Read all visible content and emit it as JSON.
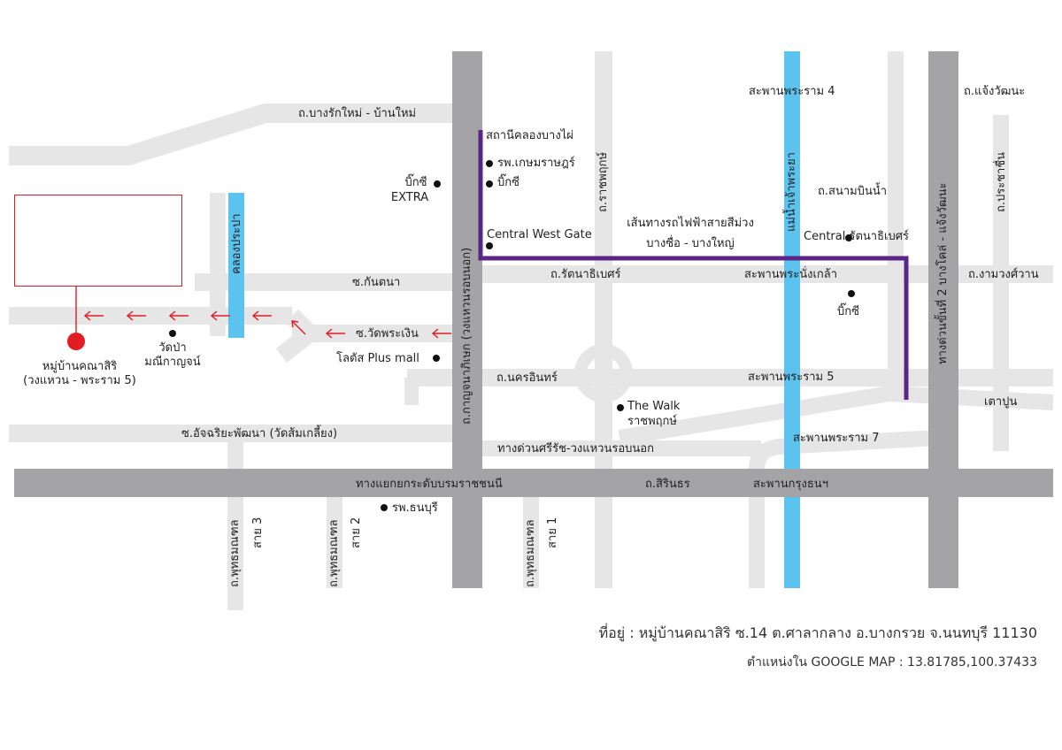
{
  "colors": {
    "road_minor": "#e6e6e6",
    "road_major": "#a4a4a6",
    "river": "#5bc3ee",
    "purple_line": "#5b2587",
    "marker": "#e31b23"
  },
  "labels": {
    "bangrak": "ถ.บางรักใหม่ - บ้านใหม่",
    "bigc_extra_1": "บิ๊กซี",
    "bigc_extra_2": "EXTRA",
    "khlong_prapa": "คลองประปา",
    "sta_khlong": "สถานีคลองบางไผ่",
    "kasemrad": "รพ.เกษมราษฎร์",
    "bigc_2": "บิ๊กซี",
    "central_westgate": "Central West Gate",
    "ratchaphruek_rd": "ถ.ราชพฤกษ์",
    "purple_line_1": "เส้นทางรถไฟฟ้าสายสีม่วง",
    "purple_line_2": "บางซื่อ - บางใหญ่",
    "rama4_bridge": "สะพานพระราม 4",
    "chao_phraya": "แม่น้ำเจ้าพระยา",
    "sanambinnam": "ถ.สนามบินน้ำ",
    "central_rattanathibet": "Central รัตนาธิเบศร์",
    "chaengwattana": "ถ.แจ้งวัฒนะ",
    "prachachuen": "ถ.ประชาชื่น",
    "expressway2": "ทางด่วนขั้นที่ 2 บางโคล่ - แจ้งวัฒนะ",
    "soi_kanthana": "ซ.กันตนา",
    "rattanathibet_rd": "ถ.รัตนาธิเบศร์",
    "nonthaburi_bridge": "สะพานพระนั่งเกล้า",
    "ngamwongwan": "ถ.งามวงศ์วาน",
    "kanchanaphisek": "ถ.กาญจนาภิเษก (วงแหวนรอบนอก)",
    "soi_watphrangern": "ซ.วัดพระเงิน",
    "bigc_3": "บิ๊กซี",
    "wat_pa_1": "วัดป่า",
    "wat_pa_2": "มณีกาญจน์",
    "dest_1": "หมู่บ้านคณาสิริ",
    "dest_2": "(วงแหวน - พระราม 5)",
    "lotus": "โลตัส Plus mall",
    "nakhon_in": "ถ.นครอินทร์",
    "rama5_bridge": "สะพานพระราม 5",
    "taopoon": "เตาปูน",
    "the_walk_1": "The Walk",
    "the_walk_2": "ราชพฤกษ์",
    "soi_atchariya": "ซ.อัจฉริยะพัฒนา (วัดส้มเกลี้ยง)",
    "rama7_bridge": "สะพานพระราม 7",
    "srirat_expressway": "ทางด่วนศรีรัช-วงแหวนรอบนอก",
    "borommaratchachonnani": "ทางแยกยกระดับบรมราชชนนี",
    "sirinthon": "ถ.สิรินธร",
    "krungthon_bridge": "สะพานกรุงธนฯ",
    "phuttha_3a": "ถ.พุทธมณฑล",
    "phuttha_3b": "สาย 3",
    "phuttha_2a": "ถ.พุทธมณฑล",
    "phuttha_2b": "สาย 2",
    "phuttha_1a": "ถ.พุทธมณฑล",
    "phuttha_1b": "สาย 1",
    "thonburi_hosp": "รพ.ธนบุรี"
  },
  "footer": {
    "address": "ที่อยู่ : หมู่บ้านคณาสิริ ซ.14 ต.ศาลากลาง อ.บางกรวย จ.นนทบุรี 11130",
    "coordinates": "ตำแหน่งใน GOOGLE MAP : 13.81785,100.37433"
  }
}
